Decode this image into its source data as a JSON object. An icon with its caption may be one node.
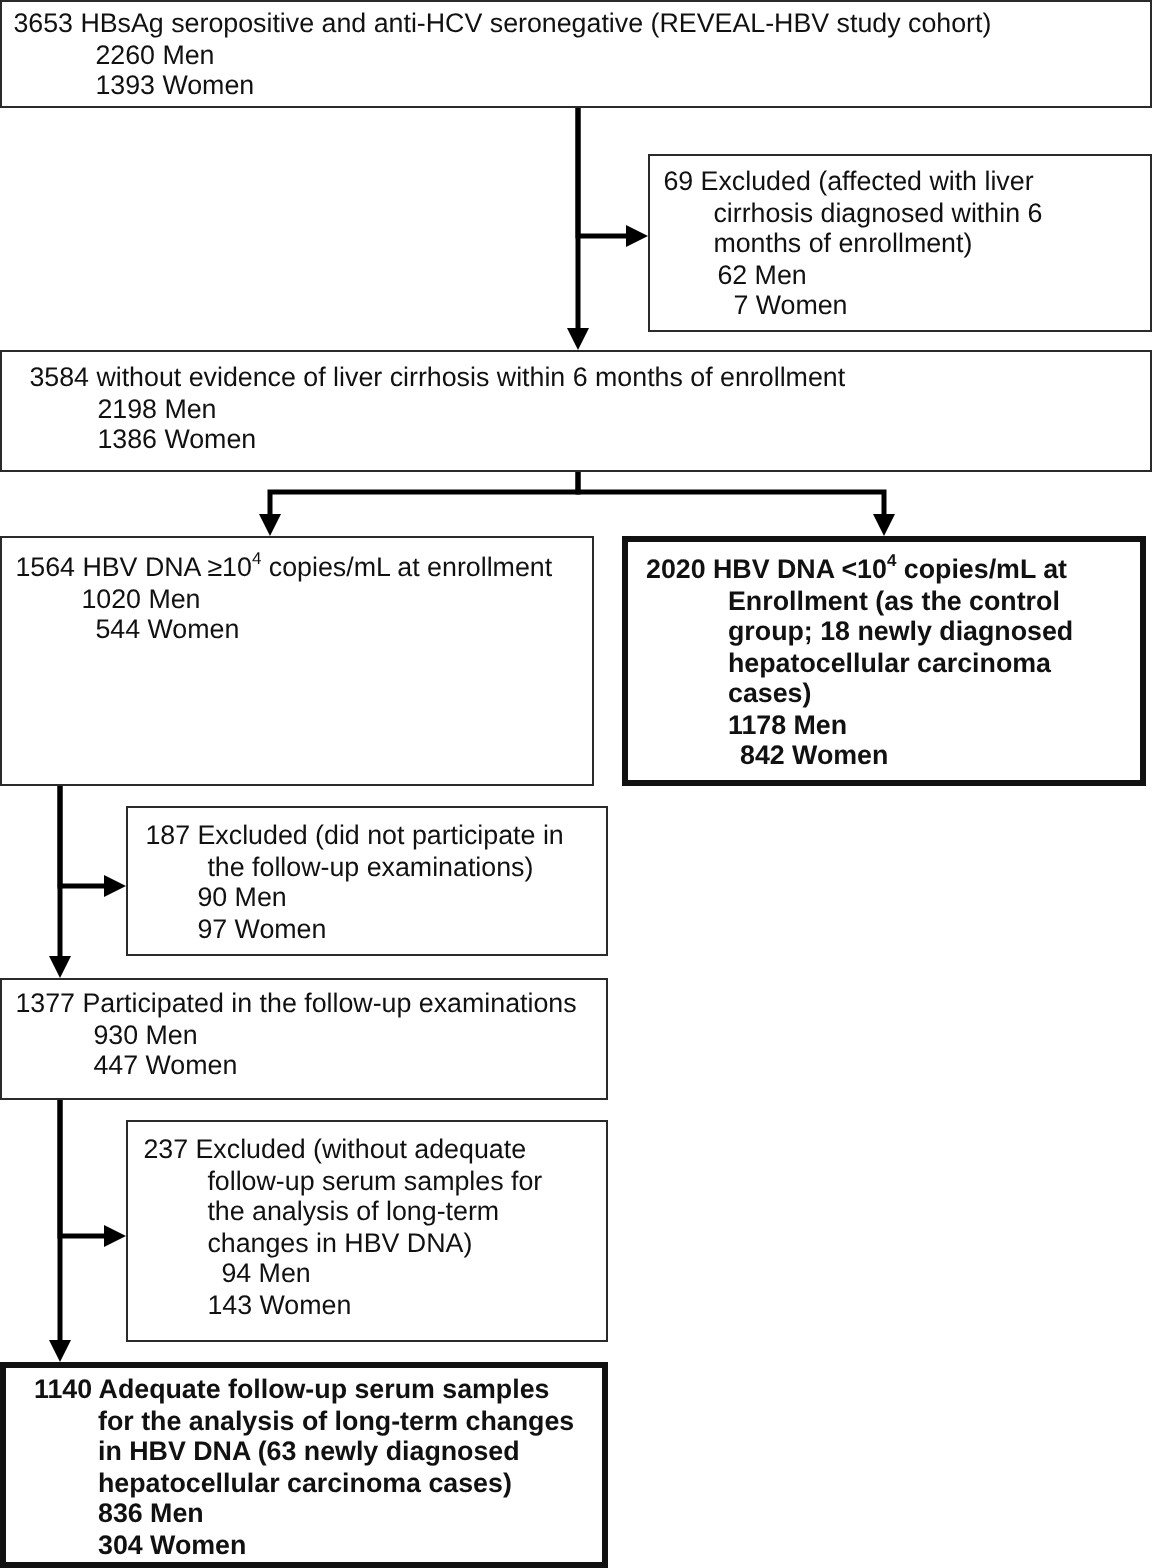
{
  "diagram": {
    "nodes": [
      {
        "text": [
          "3653 HBsAg seropositive and anti-HCV seronegative (REVEAL-HBV study cohort)",
          "2260 Men",
          "1393 Women"
        ]
      },
      {
        "text": [
          "69 Excluded (affected with liver cirrhosis diagnosed within 6 months of enrollment)",
          "62 Men",
          "7 Women"
        ]
      },
      {
        "text": [
          "3584 without evidence of liver cirrhosis within 6 months of enrollment",
          "2198 Men",
          "1386 Women"
        ]
      },
      {
        "text": [
          "1564 HBV DNA ≥10$^{4}$ copies/mL at enrollment",
          "1020 Men",
          "544 Women"
        ]
      },
      {
        "text": [
          "2020 HBV DNA <10$^{4}$ copies/mL at Enrollment (as the control group; 18 newly diagnosed hepatocellular carcinoma cases)",
          "1178 Men",
          "842 Women"
        ]
      },
      {
        "text": [
          "187 Excluded (did not participate in the follow-up examinations)",
          "90 Men",
          "97 Women"
        ]
      },
      {
        "text": [
          "1377 Participated in the follow-up examinations",
          "930 Men",
          "447 Women"
        ]
      },
      {
        "text": [
          "237 Excluded (without adequate follow-up serum samples for the analysis of long-term changes in HBV DNA)",
          "94 Men",
          "143 Women"
        ]
      },
      {
        "text": [
          "1140 Adequate follow-up serum samples for the analysis of long-term changes in HBV DNA (63 newly diagnosed hepatocellular carcinoma cases)",
          "836 Men",
          "304 Women"
        ]
      }
    ],
    "edges": [
      {
        "from": 0,
        "to": 2,
        "arrow": "to"
      },
      {
        "from": 0,
        "to": 1,
        "arrow": "to"
      },
      {
        "from": 2,
        "to": 3,
        "arrow": "to"
      },
      {
        "from": 2,
        "to": 4,
        "arrow": "to"
      },
      {
        "from": 3,
        "to": 6,
        "arrow": "to"
      },
      {
        "from": 3,
        "to": 5,
        "arrow": "to"
      },
      {
        "from": 6,
        "to": 8,
        "arrow": "to"
      },
      {
        "from": 6,
        "to": 7,
        "arrow": "to"
      }
    ]
  }
}
